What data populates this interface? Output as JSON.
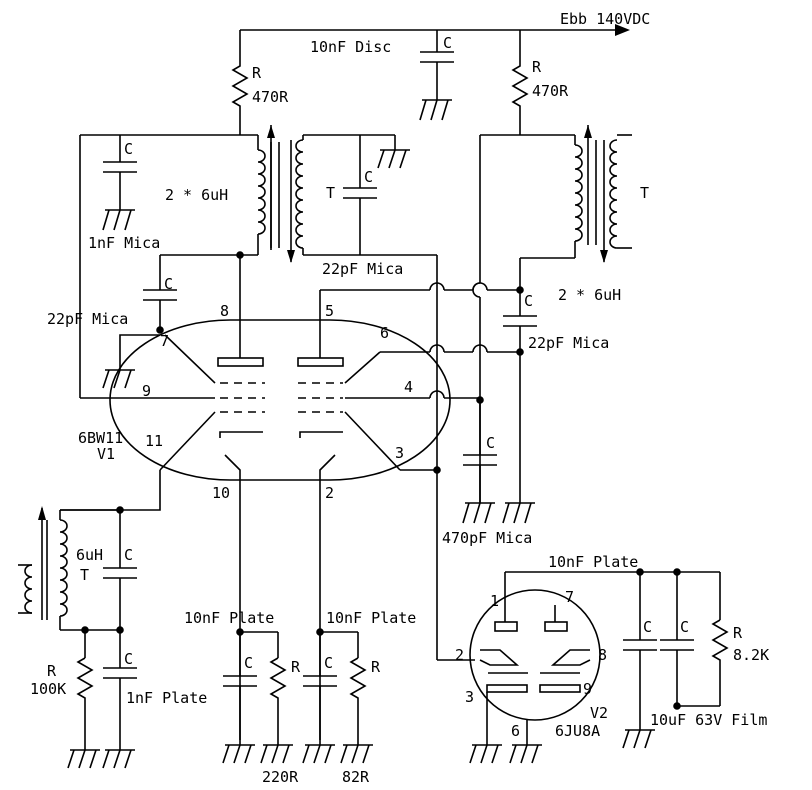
{
  "supply_label": "Ebb 140VDC",
  "labels": {
    "r": "R",
    "c": "C",
    "t": "T",
    "r1_val": "470R",
    "r2_val": "470R",
    "c_disc": "10nF Disc",
    "c_mica_1n": "1nF Mica",
    "coil_a": "2 * 6uH",
    "coil_b": "2 * 6uH",
    "c_22p_a": "22pF Mica",
    "c_22p_b": "22pF Mica",
    "c_22p_c": "22pF Mica",
    "c_470p": "470pF Mica",
    "c_plate_top": "10nF Plate",
    "c_plate_l": "10nF Plate",
    "c_plate_r": "10nF Plate",
    "c_1n_plate": "1nF Plate",
    "coil_in": "6uH",
    "r_100k": "100K",
    "r_220": "220R",
    "r_82": "82R",
    "r_8k2": "8.2K",
    "c_10u": "10uF 63V Film"
  },
  "tubes": {
    "v1_type": "6BW11",
    "v1_ref": "V1",
    "v2_ref": "V2",
    "v2_type": "6JU8A",
    "v1_pins": [
      "8",
      "5",
      "6",
      "7",
      "9",
      "4",
      "11",
      "3",
      "10",
      "2"
    ],
    "v2_pins": [
      "1",
      "7",
      "2",
      "8",
      "3",
      "9",
      "6"
    ]
  }
}
